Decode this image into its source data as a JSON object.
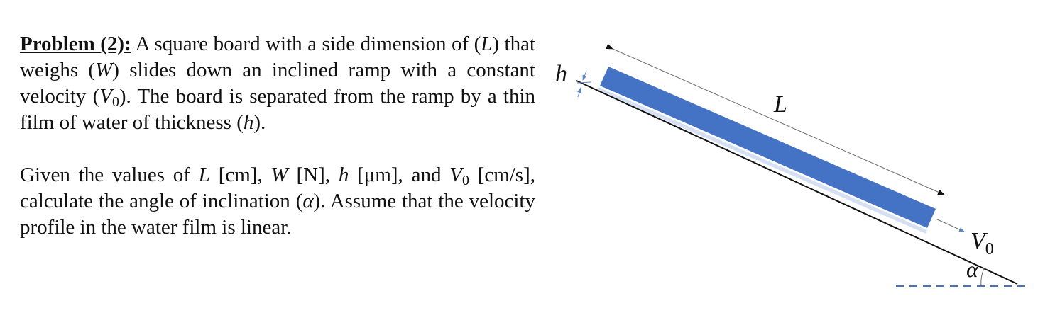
{
  "problem": {
    "label": "Problem (2):",
    "p1": {
      "s1": " A square board with a side dimension of (",
      "v_L": "L",
      "s2": ") that weighs (",
      "v_W": "W",
      "s3": ") slides down an inclined ramp with a constant velocity (",
      "v_V": "V",
      "sub_0": "0",
      "s4": "). The board is separated from the ramp by a thin film of water of thickness (",
      "v_h": "h",
      "s5": ")."
    },
    "p2": {
      "s1": "Given the values of ",
      "v_L": "L",
      "s2": " [cm], ",
      "v_W": "W",
      "s3": " [N], ",
      "v_h": "h",
      "s4": " [μm], and ",
      "v_V": "V",
      "sub_0": "0",
      "s5": " [cm/s], calculate the angle of inclination (",
      "v_alpha": "α",
      "s6": "). Assume that the velocity profile in the water film is linear."
    }
  },
  "diagram": {
    "labels": {
      "h": "h",
      "L": "L",
      "V": "V",
      "V_sub": "0",
      "alpha": "α"
    },
    "colors": {
      "board": "#4472c4",
      "film": "#d6e0f3",
      "ramp": "#111111",
      "dims": "#6b6b6b",
      "h_arrows": "#5b87c8",
      "dash": "#4472c4"
    }
  }
}
